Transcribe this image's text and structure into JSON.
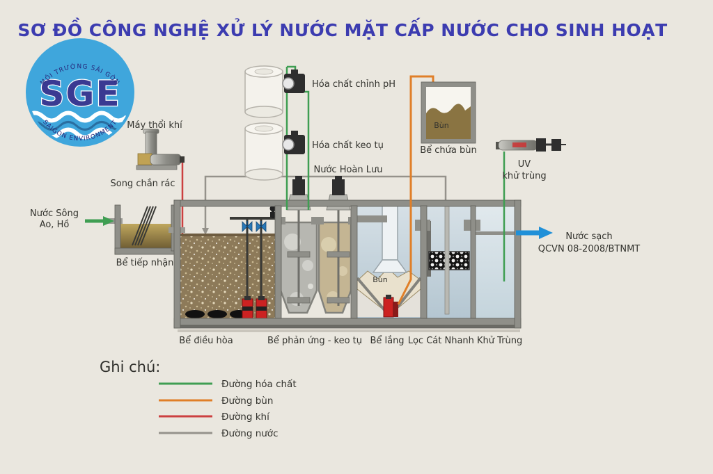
{
  "title": "SƠ ĐỒ CÔNG NGHỆ XỬ LÝ NƯỚC MẶT CẤP NƯỚC CHO SINH HOẠT",
  "logo": {
    "text": "SGE",
    "arc_top": "MÔI TRƯỜNG SÀI GÒN",
    "arc_bottom": "SAIGON ENVIRONMENT"
  },
  "labels": {
    "may_thoi_khi": "Máy thổi khí",
    "song_chan_rac": "Song chắn rác",
    "nuoc_song_1": "Nước Sông",
    "nuoc_song_2": "Ao, Hồ",
    "be_tiep_nhan": "Bể tiếp nhận",
    "hoa_chat_chinh_ph": "Hóa chất chỉnh pH",
    "hoa_chat_keo_tu": "Hóa chất keo tụ",
    "nuoc_hoan_luu": "Nước Hoàn Lưu",
    "be_chua_bun": "Bể chứa bùn",
    "bun": "Bùn",
    "uv_1": "UV",
    "uv_2": "khử trùng",
    "nuoc_sach_1": "Nước sạch",
    "nuoc_sach_2": "QCVN 08-2008/BTNMT",
    "be_dieu_hoa": "Bể điều hòa",
    "be_phan_ung": "Bể phản ứng - keo tụ",
    "be_lang": "Bể lắng",
    "loc_cat": "Lọc Cát Nhanh Khử Trùng"
  },
  "legend": {
    "heading": "Ghi chú:",
    "items": [
      {
        "label": "Đường hóa chất",
        "color": "#3f9e52"
      },
      {
        "label": "Đường bùn",
        "color": "#e07f28"
      },
      {
        "label": "Đường khí",
        "color": "#cc4040"
      },
      {
        "label": "Đường nước",
        "color": "#95928b"
      }
    ]
  },
  "colors": {
    "background": "#eae7df",
    "title": "#3c3cb0",
    "logo_circle": "#3fa6dc",
    "logo_text": "#3a3a92",
    "chemical_green": "#3f9e52",
    "sludge_orange": "#e07f28",
    "air_red": "#cc4040",
    "water_gray": "#95928b",
    "clean_water_blue": "#2090d8",
    "tank_wall": "#8f8f89",
    "raw_water_brown": "#8d7a59",
    "sludge_brown": "#8a7442"
  }
}
